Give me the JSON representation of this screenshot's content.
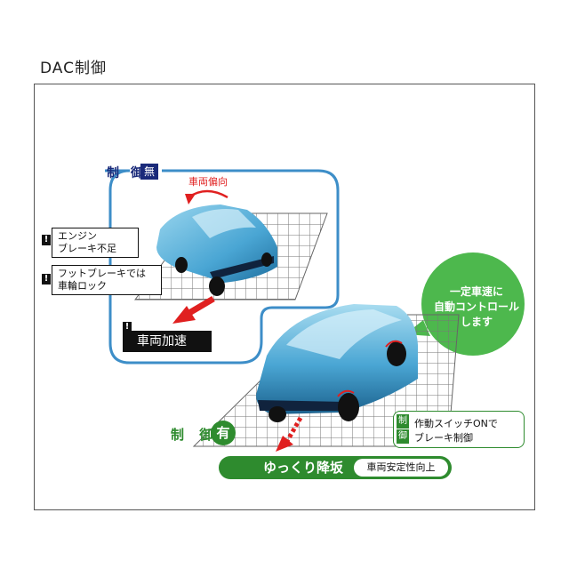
{
  "title": "DAC制御",
  "left_scene": {
    "control_label": "制 御",
    "control_badge": "無",
    "yaw_label": "車両偏向",
    "warnings": [
      {
        "icon": "!",
        "lines": [
          "エンジン",
          "ブレーキ不足"
        ]
      },
      {
        "icon": "!",
        "lines": [
          "フットブレーキでは",
          "車輪ロック"
        ]
      }
    ],
    "accel_icon": "!",
    "accel_label": "車両加速"
  },
  "right_scene": {
    "bubble_lines": [
      "一定車速に",
      "自動コントロール",
      "します"
    ],
    "control_label": "制 御",
    "control_badge": "有",
    "switch_tags": [
      "制",
      "御"
    ],
    "switch_lines": [
      "作動スイッチONで",
      "ブレーキ制御"
    ],
    "descent_label": "ゆっくり降坂",
    "stability_label": "車両安定性向上"
  },
  "colors": {
    "navy": "#1a2a7a",
    "green": "#2e8b2e",
    "red": "#e02020",
    "frame_blue": "#3d8ec8",
    "car_blue": "#5ab0d8"
  }
}
